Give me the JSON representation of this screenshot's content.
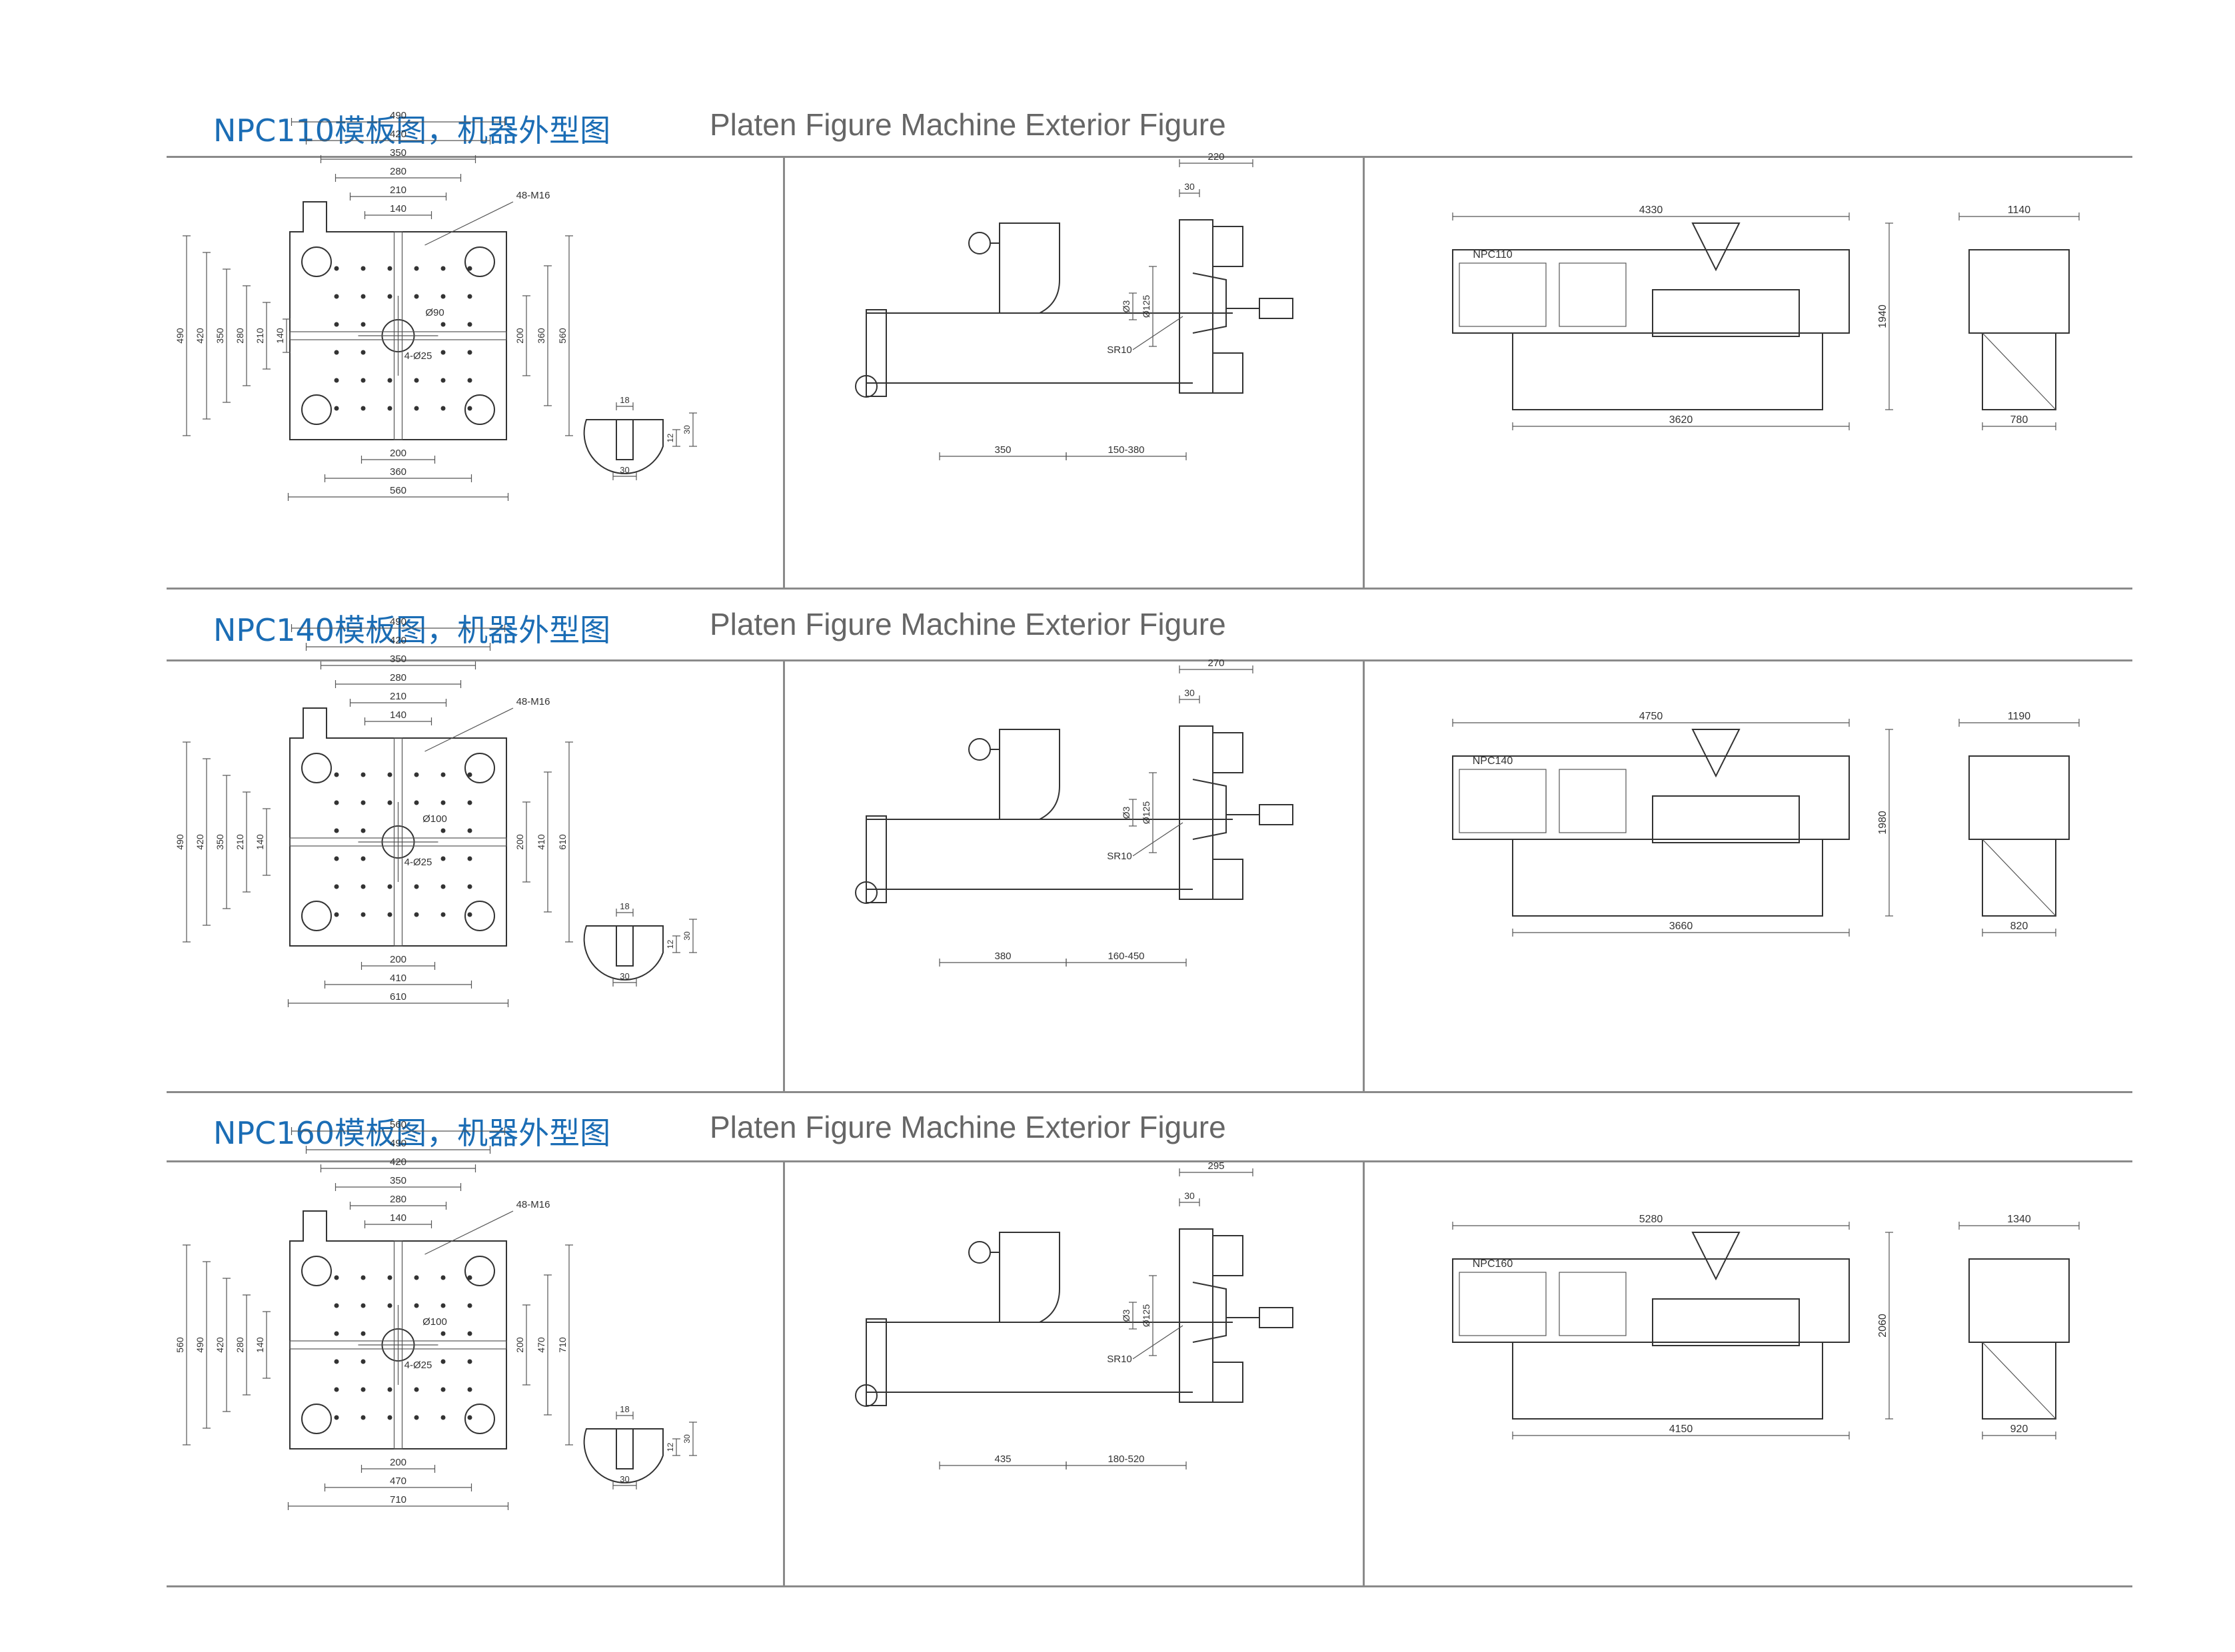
{
  "sections": [
    {
      "title_cn": "NPC110模板图，机器外型图",
      "title_en": "Platen Figure Machine Exterior Figure",
      "platen": {
        "top_dims": [
          "490",
          "420",
          "350",
          "280",
          "210",
          "140"
        ],
        "bolt_label": "48-M16",
        "left_dims": [
          "490",
          "420",
          "350",
          "280",
          "210",
          "140"
        ],
        "right_dims": [
          "200",
          "360",
          "560"
        ],
        "center_hole": "Ø90",
        "small_hole": "4-Ø25",
        "bottom_dims": [
          "200",
          "360",
          "560"
        ],
        "slot_dims": [
          "18",
          "30",
          "12",
          "30"
        ]
      },
      "side": {
        "top_dim": "220",
        "offset_dim": "30",
        "d1": "Ø3",
        "d2": "Ø125",
        "sr": "SR10",
        "bottom_dims": [
          "350",
          "150-380"
        ]
      },
      "exterior": {
        "model": "NPC110",
        "length": "4330",
        "base_length": "3620",
        "height": "1940",
        "width": "1140",
        "base_width": "780"
      }
    },
    {
      "title_cn": "NPC140模板图，机器外型图",
      "title_en": "Platen Figure Machine Exterior Figure",
      "platen": {
        "top_dims": [
          "490",
          "420",
          "350",
          "280",
          "210",
          "140"
        ],
        "bolt_label": "48-M16",
        "left_dims": [
          "490",
          "420",
          "350",
          "210",
          "140"
        ],
        "right_dims": [
          "200",
          "410",
          "610"
        ],
        "center_hole": "Ø100",
        "small_hole": "4-Ø25",
        "bottom_dims": [
          "200",
          "410",
          "610"
        ],
        "slot_dims": [
          "18",
          "30",
          "12",
          "30"
        ]
      },
      "side": {
        "top_dim": "270",
        "offset_dim": "30",
        "d1": "Ø3",
        "d2": "Ø125",
        "sr": "SR10",
        "bottom_dims": [
          "380",
          "160-450"
        ]
      },
      "exterior": {
        "model": "NPC140",
        "length": "4750",
        "base_length": "3660",
        "height": "1980",
        "width": "1190",
        "base_width": "820"
      }
    },
    {
      "title_cn": "NPC160模板图，机器外型图",
      "title_en": "Platen Figure Machine Exterior Figure",
      "platen": {
        "top_dims": [
          "560",
          "490",
          "420",
          "350",
          "280",
          "140"
        ],
        "bolt_label": "48-M16",
        "left_dims": [
          "560",
          "490",
          "420",
          "280",
          "140"
        ],
        "right_dims": [
          "200",
          "470",
          "710"
        ],
        "center_hole": "Ø100",
        "small_hole": "4-Ø25",
        "bottom_dims": [
          "200",
          "470",
          "710"
        ],
        "slot_dims": [
          "18",
          "30",
          "12",
          "30"
        ]
      },
      "side": {
        "top_dim": "295",
        "offset_dim": "30",
        "d1": "Ø3",
        "d2": "Ø125",
        "sr": "SR10",
        "bottom_dims": [
          "435",
          "180-520"
        ]
      },
      "exterior": {
        "model": "NPC160",
        "length": "5280",
        "base_length": "4150",
        "height": "2060",
        "width": "1340",
        "base_width": "920"
      }
    }
  ]
}
